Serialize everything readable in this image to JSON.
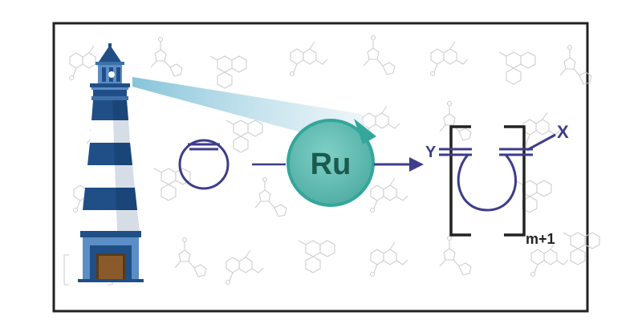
{
  "colors": {
    "frame": "#1f1f1f",
    "lighthouse_dark": "#1f4f86",
    "lighthouse_light": "#5b8ec4",
    "lighthouse_mid": "#3d6fa8",
    "beam_start": "#8cc7dc",
    "beam_end": "#eaf4f8",
    "ru_circle_fill": "#5bb9b0",
    "ru_circle_stroke": "#34a69a",
    "ru_text": "#1a5a4f",
    "polymer": "#3d3d8a",
    "background_structures": "#c8c8c8"
  },
  "catalyst": {
    "label": "Ru"
  },
  "polymer": {
    "end_group_left": "Y",
    "end_group_right": "X",
    "repeat_subscript": "m+1"
  },
  "icons": {
    "lighthouse": "lighthouse-icon",
    "beam": "light-beam",
    "monomer": "cyclic-olefin-icon",
    "catalyst": "ruthenium-catalyst-icon",
    "rotation_arrow": "rotation-arrow-icon",
    "reaction_arrow": "reaction-arrow-icon",
    "polymer": "polymer-repeat-unit-icon"
  }
}
